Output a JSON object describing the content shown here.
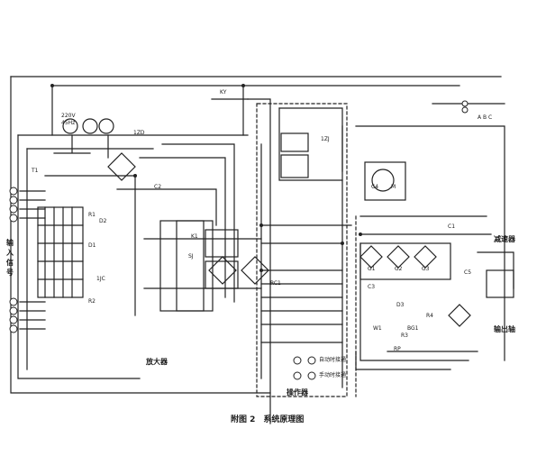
{
  "caption": "附图 2　系统原理图",
  "blocks": {
    "amplifier": "放大器",
    "operator": "操作器",
    "reducer": "减速器",
    "output": "输出轴",
    "input_signal": "输入信号"
  },
  "legend": {
    "auto": "自动时接通",
    "manual": "手动时接通"
  },
  "power": {
    "phases": "A B C",
    "voltage": "220V",
    "frequency": "45Hz"
  },
  "components": {
    "z": "1ZD",
    "ky": "KY",
    "r1": "R1",
    "r2": "R2",
    "r3": "R3",
    "r4": "R4",
    "d1": "D1",
    "d2": "D2",
    "d3": "D3",
    "c1": "C1",
    "c2": "C2",
    "c3": "C3",
    "c4": "C4",
    "c5": "C5",
    "rp": "RP",
    "zd1": "1ZJ",
    "rc1": "RC1",
    "sj": "SJ",
    "jc": "1JC",
    "k1": "K1",
    "t1": "T1",
    "m": "M",
    "w1": "W1",
    "g1": "G1",
    "g2": "G2",
    "g3": "G3",
    "bg": "BG1"
  }
}
